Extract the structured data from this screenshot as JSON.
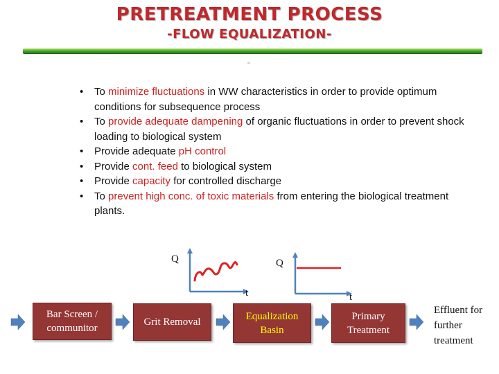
{
  "title": {
    "main": "PRETREATMENT PROCESS",
    "sub": "-FLOW EQUALIZATION-"
  },
  "slide_mark": "-",
  "bullets": [
    {
      "pre": "To ",
      "highlight": "minimize fluctuations",
      "post": " in WW characteristics in order to provide optimum conditions for subsequence process"
    },
    {
      "pre": "To ",
      "highlight": "provide adequate dampening",
      "post": " of organic fluctuations in order to prevent shock loading to biological system"
    },
    {
      "pre": "Provide adequate ",
      "highlight": "pH control",
      "post": ""
    },
    {
      "pre": "Provide ",
      "highlight": "cont. feed",
      "post": " to biological system"
    },
    {
      "pre": "Provide ",
      "highlight": "capacity",
      "post": " for controlled discharge"
    },
    {
      "pre": "To ",
      "highlight": "prevent high conc. of toxic materials",
      "post": " from entering the biological treatment plants."
    }
  ],
  "graphs": {
    "before": {
      "y_label": "Q",
      "x_label": "t",
      "curve": "fluctuating"
    },
    "after": {
      "y_label": "Q",
      "x_label": "t",
      "curve": "constant"
    }
  },
  "flow": {
    "boxes": [
      {
        "label": "Bar Screen / communitor"
      },
      {
        "label": "Grit Removal"
      },
      {
        "label": "Equalization Basin",
        "highlighted": true
      },
      {
        "label": "Primary Treatment"
      }
    ],
    "effluent": "Effluent for further treatment"
  },
  "colors": {
    "title": "#c0282c",
    "highlight_text": "#d02020",
    "box_fill": "#943634",
    "box_equalization_text": "#ffff00",
    "arrow_fill": "#4f81bd",
    "axis": "#4f81bd",
    "curve": "#e02020",
    "bar_green": "#2f8f24"
  }
}
